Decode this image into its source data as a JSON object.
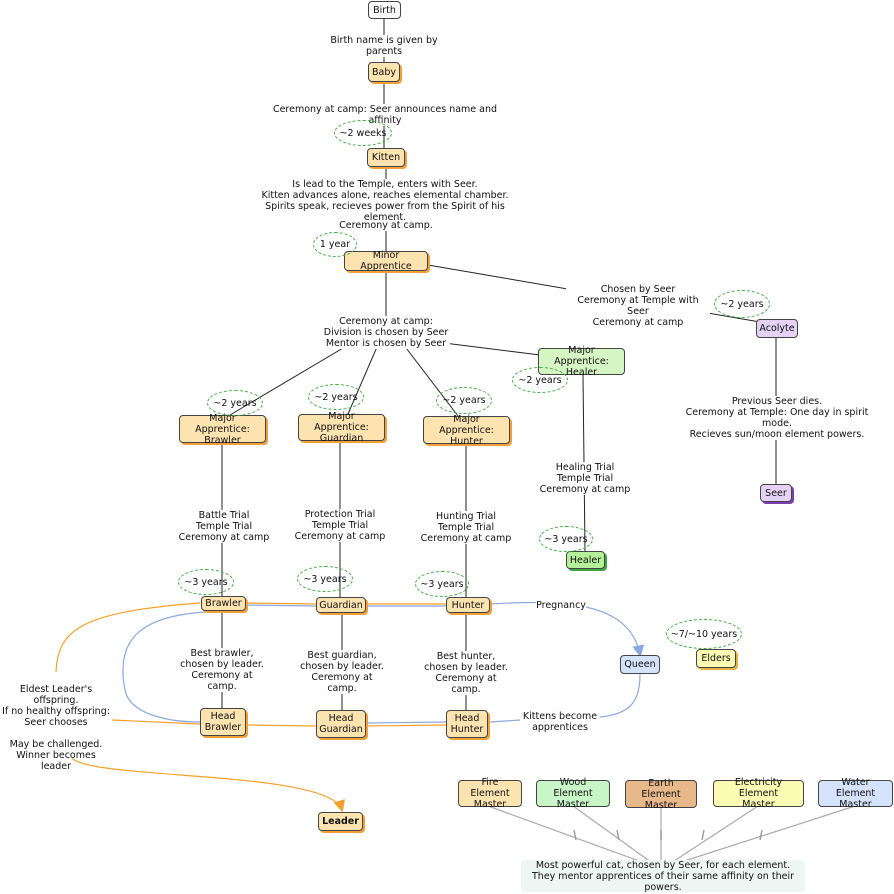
{
  "nodes": {
    "birth": "Birth",
    "baby": "Baby",
    "kitten": "Kitten",
    "minor_apprentice": "Minor Apprentice",
    "acolyte": "Acolyte",
    "seer": "Seer",
    "major_healer": "Major Apprentice:\nHealer",
    "healer": "Healer",
    "major_brawler": "Major Apprentice:\nBrawler",
    "major_guardian": "Major Apprentice:\nGuardian",
    "major_hunter": "Major Apprentice:\nHunter",
    "brawler": "Brawler",
    "guardian": "Guardian",
    "hunter": "Hunter",
    "queen": "Queen",
    "elders": "Elders",
    "head_brawler": "Head\nBrawler",
    "head_guardian": "Head\nGuardian",
    "head_hunter": "Head\nHunter",
    "leader": "Leader",
    "fire_master": "Fire Element\nMaster",
    "wood_master": "Wood Element\nMaster",
    "earth_master": "Earth Element\nMaster",
    "electricity_master": "Electricity Element\nMaster",
    "water_master": "Water Element\nMaster"
  },
  "labels": {
    "birth_name": "Birth name is given by parents",
    "ceremony_seer_name": "Ceremony at camp: Seer announces name and affinity",
    "temple_text": "Is lead to the Temple, enters with Seer.\nKitten advances alone, reaches elemental chamber.\nSpirits speak, recieves power from the Spirit of his element.",
    "ceremony_at_camp": "Ceremony at camp.",
    "division": "Ceremony at camp:\nDivision is chosen by Seer\nMentor is chosen by Seer",
    "chosen_by_seer": "Chosen by Seer\nCeremony at Temple with Seer\nCeremony at camp",
    "previous_seer": "Previous Seer dies.\nCeremony at Temple: One day in spirit mode.\nRecieves sun/moon element powers.",
    "healing_trial": "Healing Trial\nTemple Trial\nCeremony at camp",
    "battle_trial": "Battle Trial\nTemple Trial\nCeremony at camp",
    "protection_trial": "Protection Trial\nTemple Trial\nCeremony at camp",
    "hunting_trial": "Hunting Trial\nTemple Trial\nCeremony at camp",
    "pregnancy": "Pregnancy",
    "best_brawler": "Best brawler,\nchosen by leader.\nCeremony at camp.",
    "best_guardian": "Best guardian,\nchosen by leader.\nCeremony at camp.",
    "best_hunter": "Best hunter,\nchosen by leader.\nCeremony at camp.",
    "kittens_become": "Kittens become\napprentices",
    "leader_offspring": "Eldest Leader's offspring.\nIf no healthy offspring:\nSeer chooses\n\nMay be challenged.\nWinner becomes leader",
    "masters_note": "Most powerful cat, chosen by Seer, for each element.\nThey mentor apprentices of their same affinity on their powers."
  },
  "durations": {
    "two_weeks": "~2 weeks",
    "one_year": "1 year",
    "acolyte": "~2 years",
    "healer_major": "~2 years",
    "brawler_major": "~2 years",
    "guardian_major": "~2 years",
    "hunter_major": "~2 years",
    "healer": "~3 years",
    "brawler": "~3 years",
    "guardian": "~3 years",
    "hunter": "~3 years",
    "elders": "~7/~10 years"
  },
  "colors": {
    "line": "#222222",
    "orange_line": "#f5a02a",
    "blue_line": "#8aa8e0",
    "dashed_green": "#3fae3f",
    "grey_line": "#aaaaaa"
  }
}
